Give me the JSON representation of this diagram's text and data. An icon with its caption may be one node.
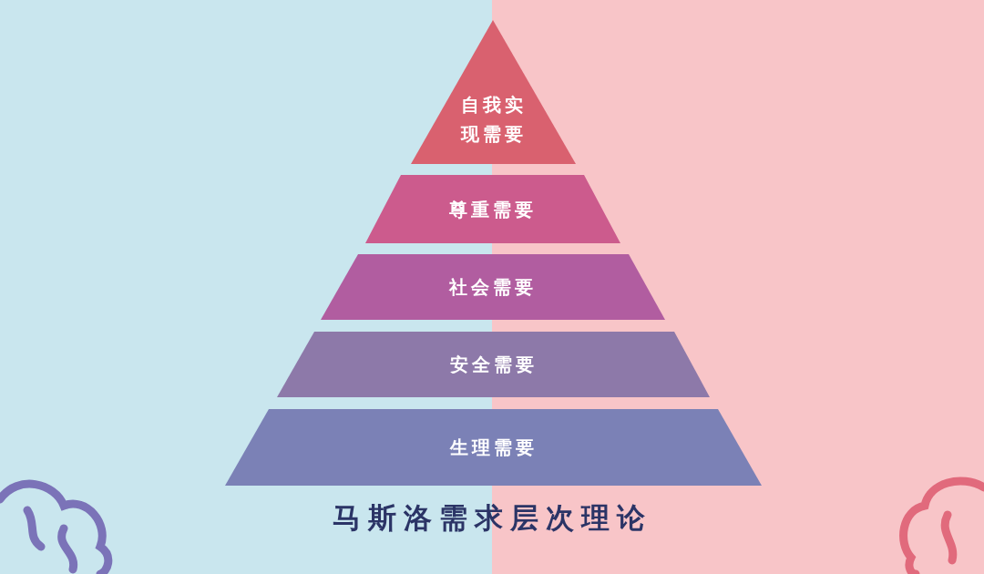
{
  "diagram": {
    "title": "马斯洛需求层次理论",
    "nodes": [
      {
        "text": [
          "自我实现需要"
        ]
      },
      {
        "text": [
          "尊重需要"
        ]
      },
      {
        "text": [
          "社会需要"
        ]
      },
      {
        "text": [
          "安全需要"
        ]
      },
      {
        "text": [
          "生理需要"
        ]
      }
    ]
  }
}
